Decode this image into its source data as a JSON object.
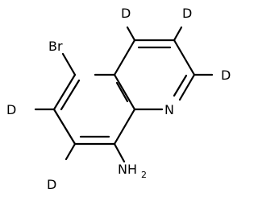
{
  "molecule": {
    "atoms": {
      "bromine": "Br",
      "ring_nitrogen": "N",
      "amine_n": "NH",
      "amine_sub": "2",
      "deuterium_c4": "D",
      "deuterium_c3": "D",
      "deuterium_c2": "D",
      "deuterium_c6": "D",
      "deuterium_c7": "D"
    }
  }
}
